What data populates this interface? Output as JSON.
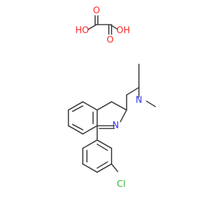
{
  "diagram": {
    "colors": {
      "bond": "#3f3f3f",
      "oxygen": "#ff2a2a",
      "nitrogen": "#2f2fff",
      "chlorine": "#37b737"
    },
    "labels": {
      "ho_left": "HO",
      "oh_right": "OH",
      "o_top": "O",
      "o_bottom": "O",
      "n_amine": "N",
      "n_ring": "N",
      "cl": "Cl"
    }
  }
}
